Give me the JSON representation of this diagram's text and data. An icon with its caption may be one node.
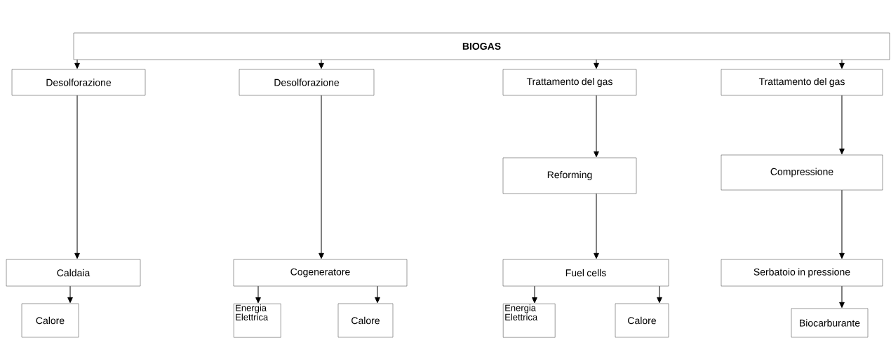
{
  "diagram": {
    "nodes": [
      {
        "text": [
          "**BIOGAS**"
        ]
      },
      {
        "text": [
          "Desolforazione"
        ]
      },
      {
        "text": [
          "Desolforazione"
        ]
      },
      {
        "text": [
          "Trattamento del gas"
        ]
      },
      {
        "text": [
          "Trattamento del gas"
        ]
      },
      {
        "text": [
          "Reforming"
        ]
      },
      {
        "text": [
          "Compressione"
        ]
      },
      {
        "text": [
          "Caldaia"
        ]
      },
      {
        "text": [
          "Cogeneratore"
        ]
      },
      {
        "text": [
          "Fuel cells"
        ]
      },
      {
        "text": [
          "Serbatoio in pressione"
        ]
      },
      {
        "text": [
          "Calore"
        ]
      },
      {
        "text": [
          "Energia Elettrica"
        ]
      },
      {
        "text": [
          "Calore"
        ]
      },
      {
        "text": [
          "Energia Elettrica"
        ]
      },
      {
        "text": [
          "Calore"
        ]
      },
      {
        "text": [
          "Biocarburante"
        ]
      }
    ],
    "edges": [
      {
        "from": 0,
        "to": 1,
        "arrow": "to"
      },
      {
        "from": 0,
        "to": 2,
        "arrow": "to"
      },
      {
        "from": 0,
        "to": 3,
        "arrow": "to"
      },
      {
        "from": 0,
        "to": 4,
        "arrow": "to"
      },
      {
        "from": 1,
        "to": 7,
        "arrow": "to"
      },
      {
        "from": 2,
        "to": 8,
        "arrow": "to"
      },
      {
        "from": 3,
        "to": 5,
        "arrow": "to"
      },
      {
        "from": 5,
        "to": 9,
        "arrow": "to"
      },
      {
        "from": 4,
        "to": 6,
        "arrow": "to"
      },
      {
        "from": 6,
        "to": 10,
        "arrow": "to"
      },
      {
        "from": 7,
        "to": 11,
        "arrow": "to"
      },
      {
        "from": 8,
        "to": 12,
        "arrow": "to"
      },
      {
        "from": 8,
        "to": 13,
        "arrow": "to"
      },
      {
        "from": 9,
        "to": 14,
        "arrow": "to"
      },
      {
        "from": 9,
        "to": 15,
        "arrow": "to"
      },
      {
        "from": 10,
        "to": 16,
        "arrow": "to"
      }
    ]
  }
}
